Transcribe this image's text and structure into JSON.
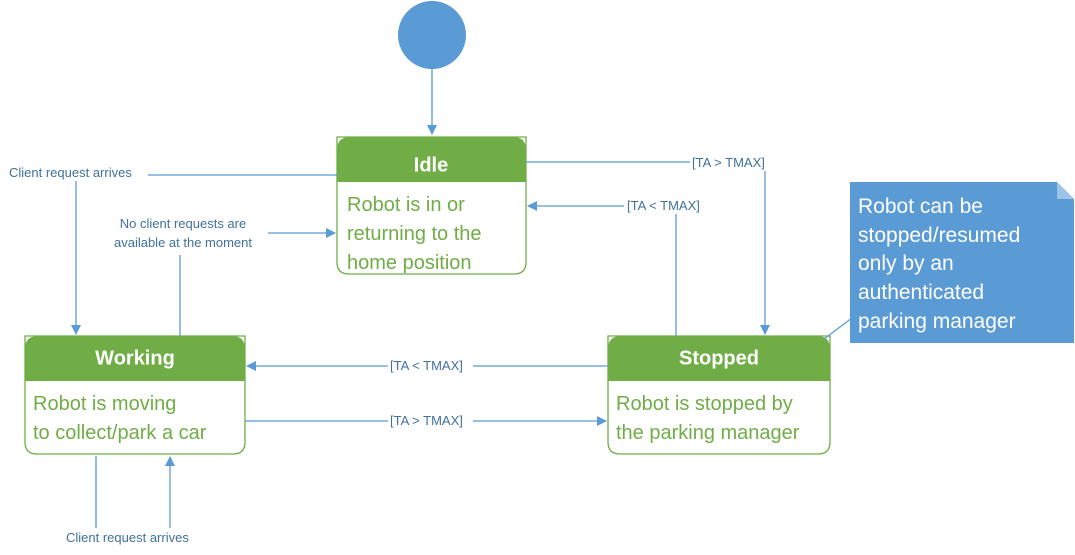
{
  "states": {
    "idle": {
      "title": "Idle",
      "body": [
        "Robot is in or",
        "returning to the",
        "home position"
      ]
    },
    "working": {
      "title": "Working",
      "body": [
        "Robot is moving",
        "to collect/park a car"
      ]
    },
    "stopped": {
      "title": "Stopped",
      "body": [
        "Robot is stopped by",
        "the parking manager"
      ]
    }
  },
  "transitions": {
    "client_request_top": "Client request arrives",
    "no_requests": [
      "No client requests are",
      "available at the moment"
    ],
    "idle_to_stopped": "[TA > TMAX]",
    "stopped_to_idle": "[TA < TMAX]",
    "stopped_to_working": "[TA < TMAX]",
    "working_to_stopped": "[TA > TMAX]",
    "client_request_bottom": "Client request arrives"
  },
  "note": {
    "lines": [
      "Robot can be",
      "stopped/resumed",
      "only by an",
      "authenticated",
      "parking manager"
    ]
  },
  "colors": {
    "state_green": "#70ad47",
    "state_border": "#70ad47",
    "edge": "#5b9bd5",
    "label": "#41719c",
    "note_fill": "#5b9bd5",
    "initial_fill": "#5b9bd5"
  }
}
